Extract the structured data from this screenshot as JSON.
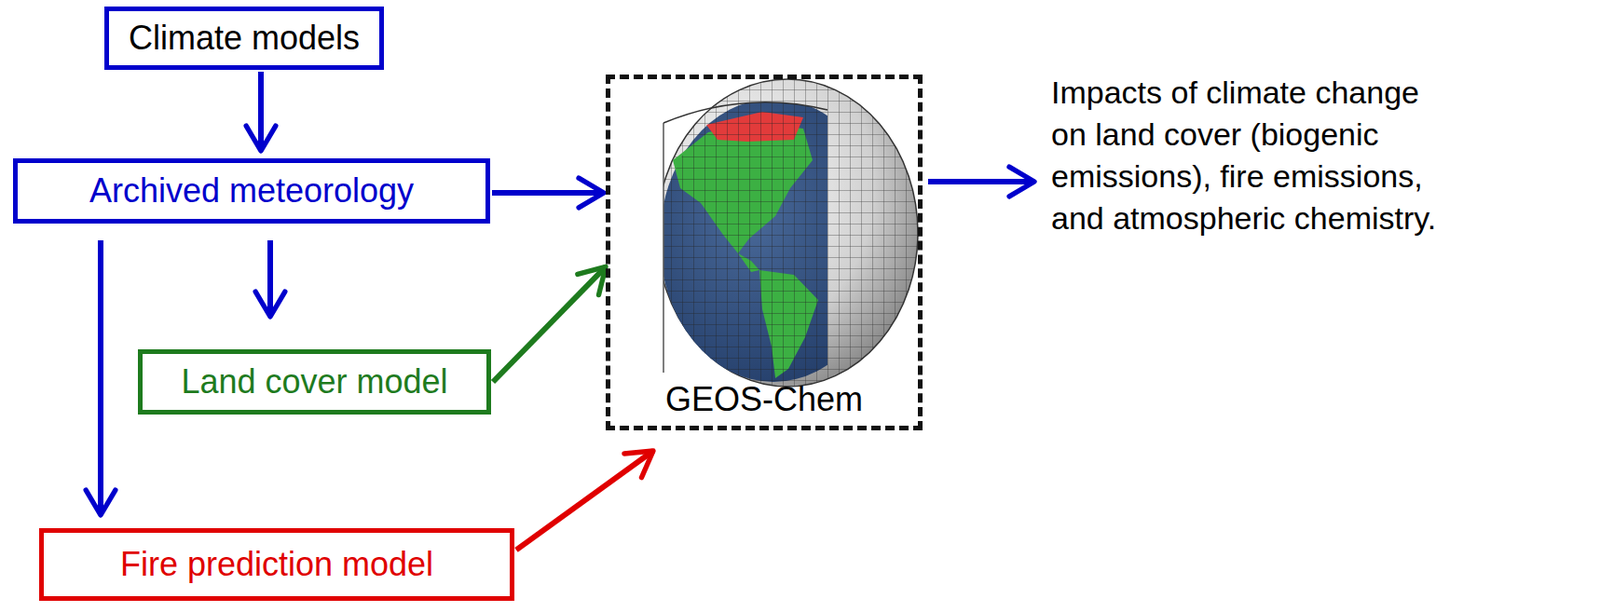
{
  "diagram": {
    "nodes": [
      {
        "text": [
          "Climate models"
        ]
      },
      {
        "text": [
          "Archived meteorology"
        ]
      },
      {
        "text": [
          "Land cover model"
        ]
      },
      {
        "text": [
          "GEOS-Chem"
        ]
      },
      {
        "text": [
          "Fire prediction model"
        ]
      }
    ],
    "edges": [
      {
        "from": 0,
        "to": 1,
        "arrow": "to"
      },
      {
        "from": 1,
        "to": 3,
        "arrow": "to"
      },
      {
        "from": 1,
        "to": 2,
        "arrow": "to"
      },
      {
        "from": 1,
        "to": 4,
        "arrow": "to"
      },
      {
        "from": 2,
        "to": 3,
        "arrow": "to"
      },
      {
        "from": 4,
        "to": 3,
        "arrow": "to"
      }
    ],
    "labels": [
      "Impacts of climate change on land cover (biogenic emissions), fire emissions, and atmospheric chemistry."
    ]
  }
}
